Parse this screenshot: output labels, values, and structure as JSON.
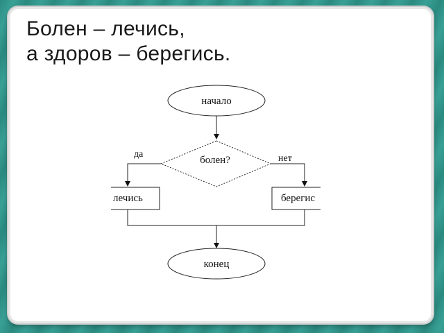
{
  "slide": {
    "title_line1": "Болен – лечись,",
    "title_line2": "а здоров – берегись."
  },
  "flowchart": {
    "start_label": "начало",
    "decision_label": "болен?",
    "yes_label": "да",
    "no_label": "нет",
    "left_process_label": "лечись",
    "right_process_label": "берегис",
    "end_label": "конец"
  }
}
